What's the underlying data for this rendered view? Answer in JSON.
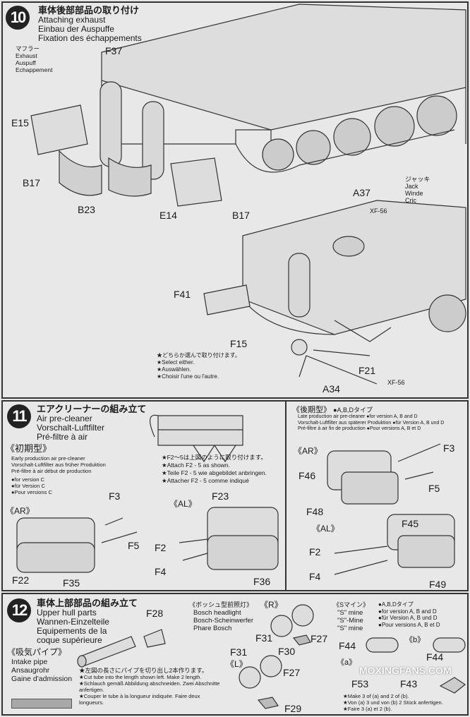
{
  "step10": {
    "number": "10",
    "title_jp": "車体後部部品の取り付け",
    "title_en": "Attaching exhaust",
    "title_de": "Einbau der Auspuffe",
    "title_fr": "Fixation des échappements",
    "exhaust_jp": "マフラー",
    "exhaust_en": "Exhaust",
    "exhaust_de": "Auspuff",
    "exhaust_fr": "Echappement",
    "jack_jp": "ジャッキ",
    "jack_en": "Jack",
    "jack_de": "Winde",
    "jack_fr": "Cric",
    "parts": [
      "F37",
      "E15",
      "B17",
      "B23",
      "E14",
      "B17",
      "A37",
      "F41",
      "F15",
      "F21",
      "A34"
    ],
    "paint1": "XF-56",
    "paint2": "XF-56",
    "note_jp": "★どちらか選んで取り付けます。",
    "note_en": "★Select either.",
    "note_de": "★Auswählen.",
    "note_fr": "★Choisir l'une ou l'autre."
  },
  "step11": {
    "number": "11",
    "title_jp": "エアクリーナーの組み立て",
    "title_en": "Air pre-cleaner",
    "title_de": "Vorschalt-Luftfilter",
    "title_fr": "Pré-filtre à air",
    "early": {
      "heading": "《初期型》",
      "en": "Early production air pre-cleaner",
      "de": "Vorschalt-Luftfilter aus früher Produktion",
      "fr": "Pré-filtre à air début de production",
      "ver_en": "●for version C",
      "ver_de": "●für Version C",
      "ver_fr": "●Pour versions C",
      "ar": "《AR》",
      "al": "《AL》",
      "parts": [
        "F3",
        "F5",
        "F22",
        "F35",
        "F23",
        "F2",
        "F4",
        "F36"
      ]
    },
    "note_jp": "★F2〜5は上図のように取り付けます。",
    "note_en": "★Attach F2 - 5 as shown.",
    "note_de": "★Teile F2 - 5 wie abgebildet anbringen.",
    "note_fr": "★Attacher F2 - 5 comme indiqué",
    "late": {
      "heading": "《後期型》",
      "type": "●A,B,Dタイプ",
      "en": "Late production air pre-cleaner ●for version A, B and D",
      "de": "Vorschalt-Luftfilter aus späterer Produktion ●für Version A, B und D",
      "fr": "Pré-filtre à air fin de production ●Pour versions A, B et D",
      "ar": "《AR》",
      "al": "《AL》",
      "parts": [
        "F3",
        "F46",
        "F5",
        "F48",
        "F45",
        "F2",
        "F4",
        "F49"
      ]
    }
  },
  "step12": {
    "number": "12",
    "title_jp": "車体上部部品の組み立て",
    "title_en": "Upper hull parts",
    "title_de": "Wannen-Einzelteile",
    "title_fr": "Equipements de la coque supérieure",
    "intake_jp": "《吸気パイプ》",
    "intake_en": "Intake pipe",
    "intake_de": "Ansaugrohr",
    "intake_fr": "Gaine d'admission",
    "pipe_part": "F28",
    "cut_jp": "★左図の長さにパイプを切り出し2本作ります。",
    "cut_en": "★Cut tube into the length shown left. Make 2 length.",
    "cut_de": "★Schlauch gemäß Abbildung abschneiden. Zwei Abschnitte anfertigen.",
    "cut_fr": "★Couper le tube à la longueur indiquée. Faire deux longueurs.",
    "bosch_jp": "《ボッシュ型前照灯》",
    "bosch_en": "Bosch headlight",
    "bosch_de": "Bosch-Scheinwerfer",
    "bosch_fr": "Phare Bosch",
    "r": "《R》",
    "l": "《L》",
    "bosch_parts": [
      "F31",
      "F30",
      "F27",
      "F31",
      "F27",
      "F29"
    ],
    "smine_jp": "《Sマイン》",
    "smine_en": "\"S\" mine",
    "smine_de": "\"S\"-Mine",
    "smine_fr": "\"S\" mine",
    "smine_type": "●A,B,Dタイプ",
    "smine_ver_en": "●for version A, B and D",
    "smine_ver_de": "●für Version A, B und D",
    "smine_ver_fr": "●Pour versions A, B et D",
    "a": "《a》",
    "b": "《b》",
    "smine_parts": [
      "F44",
      "F53",
      "F43",
      "F44"
    ],
    "make_en": "★Make 3 of (a) and 2 of (b).",
    "make_de": "★Von (a) 3 und von (b) 2 Stück anfertigen.",
    "make_fr": "★Faire 3 (a) et 2 (b)."
  },
  "watermark": "MOXINGFANS.COM"
}
